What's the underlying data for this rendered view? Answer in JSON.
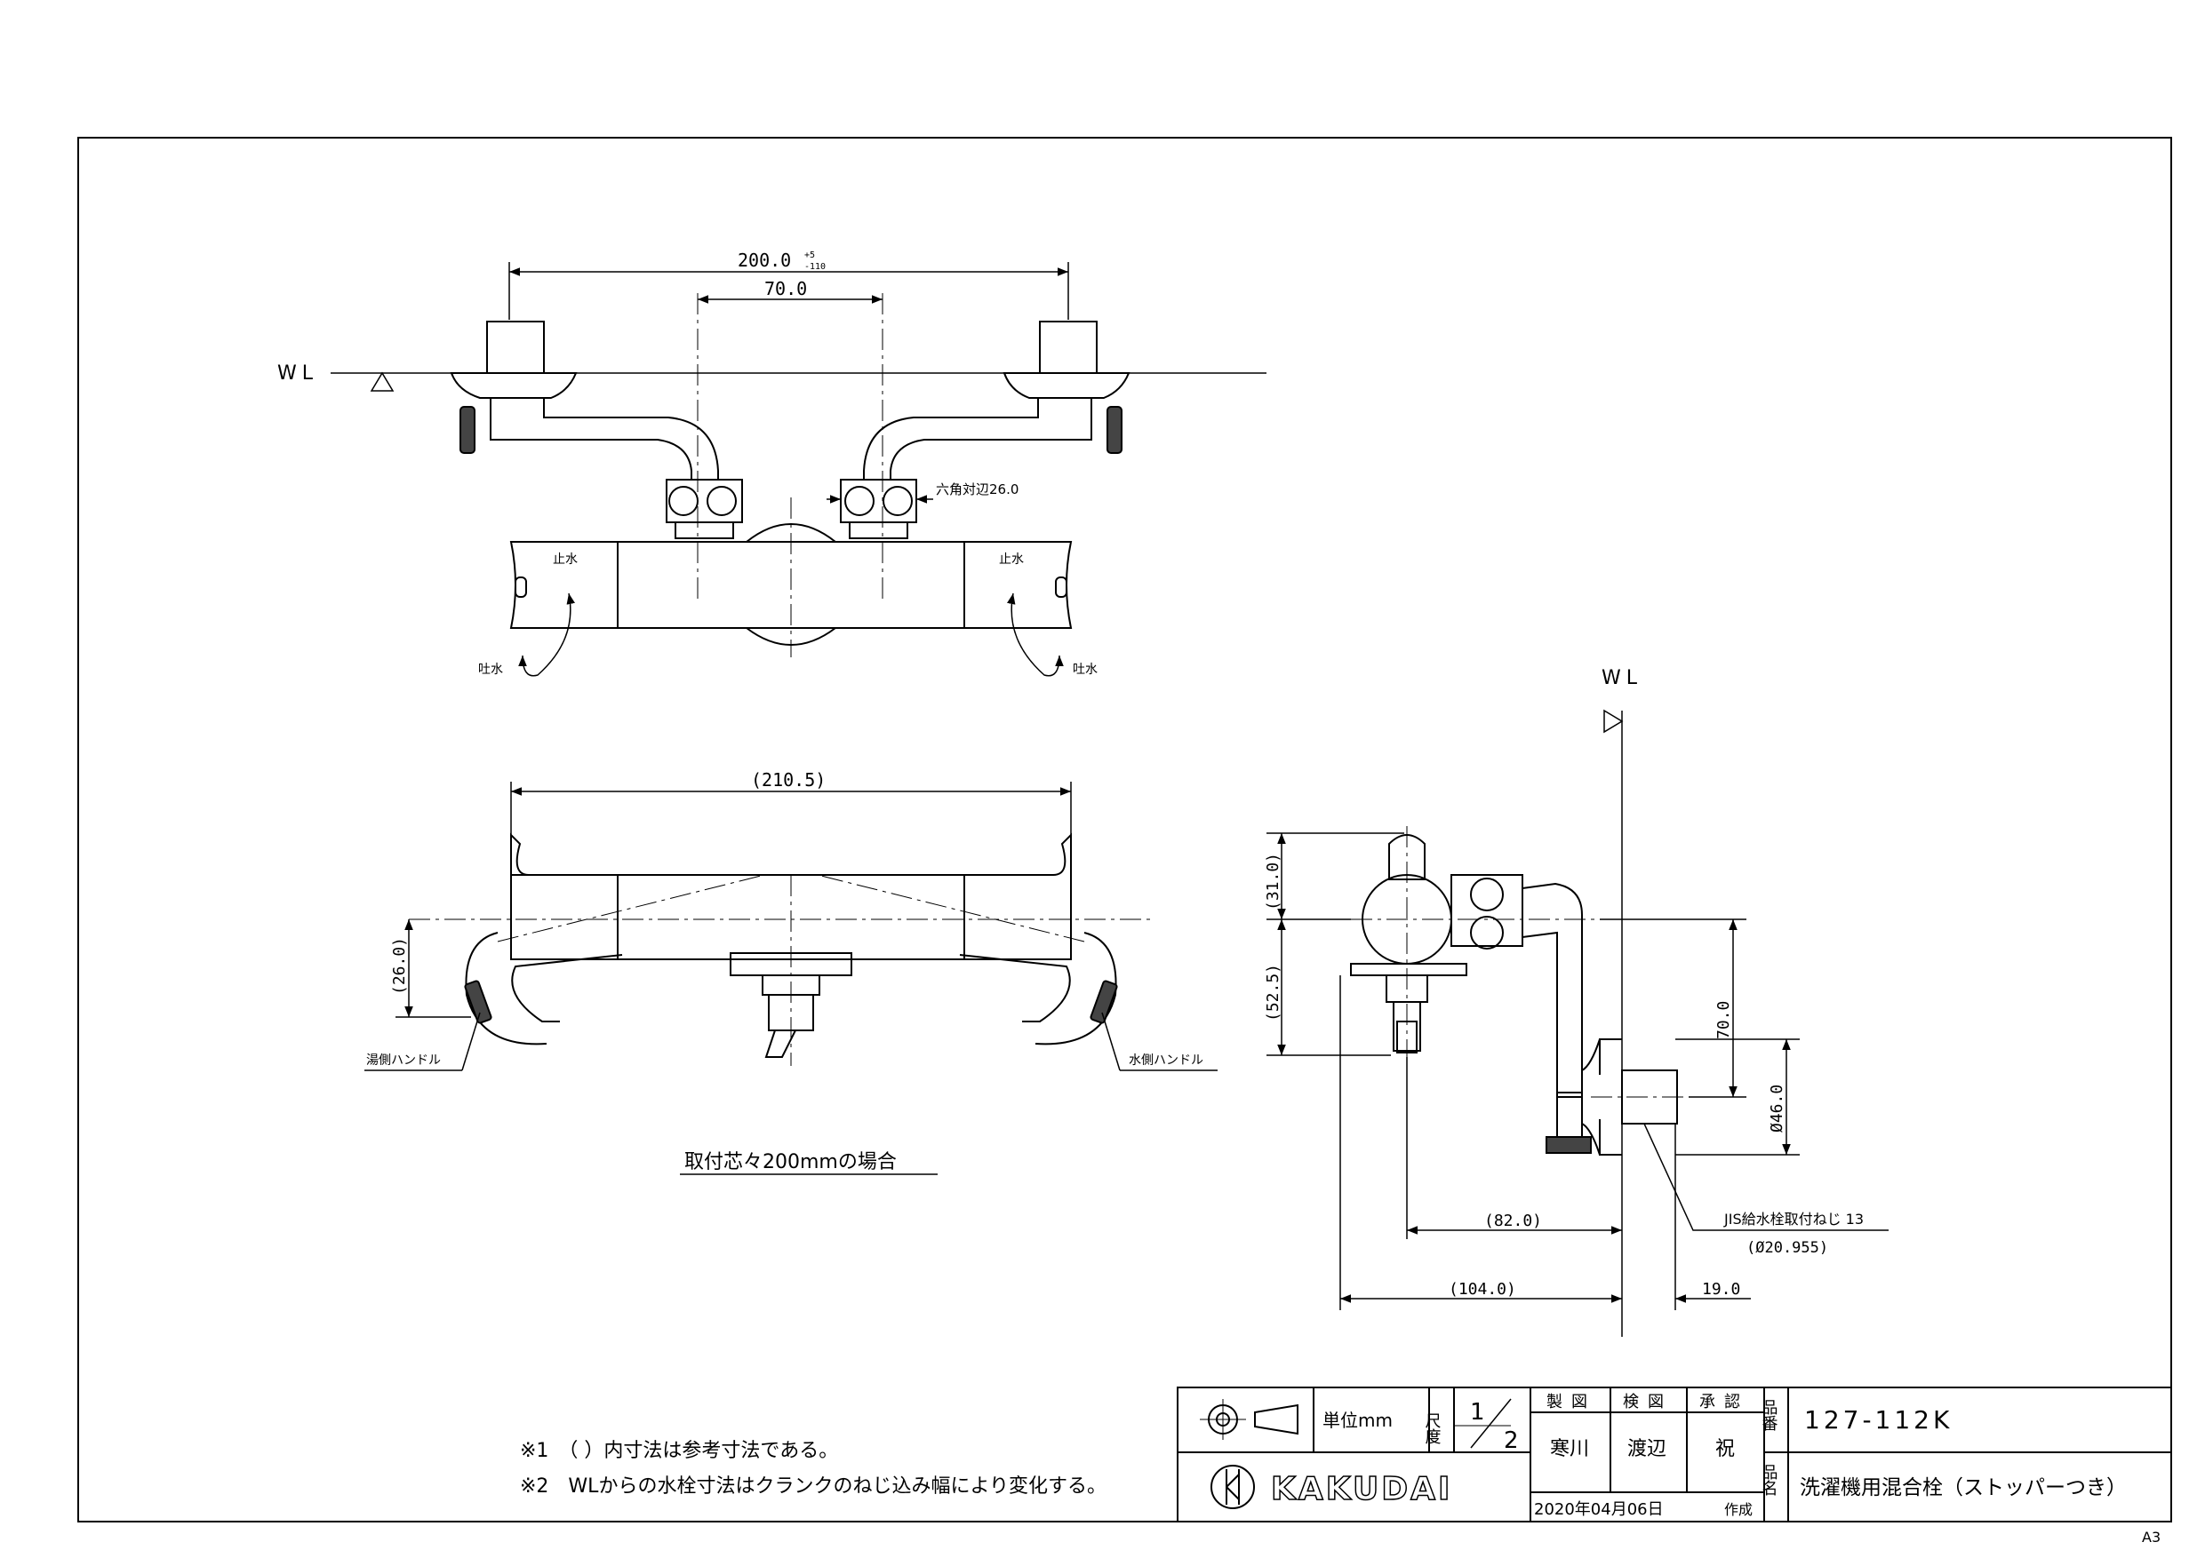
{
  "front_view": {
    "wl_label": "WL",
    "dim_pitch": "200.0",
    "dim_pitch_tol_upper": "+5",
    "dim_pitch_tol_lower": "-110",
    "dim_inner": "70.0",
    "hex_label": "六角対辺26.0",
    "stop_left": "止水",
    "stop_right": "止水",
    "spout_left": "吐水",
    "spout_right": "吐水"
  },
  "plan_view": {
    "dim_width": "(210.5)",
    "dim_offset": "(26.0)",
    "hot_handle": "湯側ハンドル",
    "cold_handle": "水側ハンドル",
    "caption": "取付芯々200mmの場合"
  },
  "side_view": {
    "wl_label": "WL",
    "dim_31": "(31.0)",
    "dim_52": "(52.5)",
    "dim_70": "70.0",
    "dim_46": "Ø46.0",
    "thread_label": "JIS給水栓取付ねじ 13",
    "thread_dia": "(Ø20.955)",
    "dim_82": "(82.0)",
    "dim_104": "(104.0)",
    "dim_19": "19.0"
  },
  "notes": {
    "note1": "※1　（ ）内寸法は参考寸法である。",
    "note2": "※2　WLからの水栓寸法はクランクのねじ込み幅により変化する。"
  },
  "title_block": {
    "unit": "単位mm",
    "scale_label": "尺度",
    "scale_num": "1",
    "scale_den": "2",
    "drawn_label": "製図",
    "checked_label": "検図",
    "approved_label": "承認",
    "drawn_by": "寒川",
    "checked_by": "渡辺",
    "approved_by": "祝",
    "part_no_label": "品番",
    "part_no": "127-112K",
    "name_label": "品名",
    "part_name": "洗濯機用混合栓（ストッパーつき）",
    "date": "2020年04月06日",
    "date_suffix": "作成",
    "logo_text": "KAKUDAI"
  },
  "sheet_size": "A3"
}
